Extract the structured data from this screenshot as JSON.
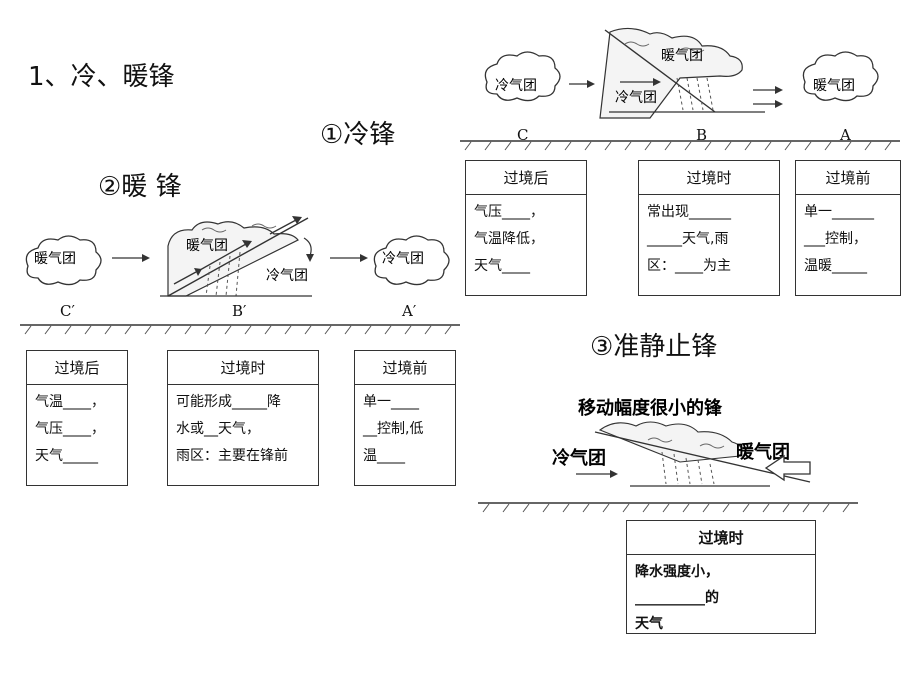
{
  "heading": "1、冷、暖锋",
  "cold_front": {
    "title": "①冷锋",
    "cold_mass": "冷气团",
    "warm_mass": "暖气团",
    "warm_mass_right": "暖气团",
    "labels": [
      "C",
      "B",
      "A"
    ],
    "boxes": [
      {
        "header": "过境后",
        "lines": [
          "气压____，",
          "气温降低，",
          "天气____"
        ]
      },
      {
        "header": "过境时",
        "lines": [
          "常出现______",
          "_____天气,雨",
          "区：____为主"
        ]
      },
      {
        "header": "过境前",
        "lines": [
          "单一______",
          "___控制，",
          "温暖_____"
        ]
      }
    ]
  },
  "warm_front": {
    "title": "②暖 锋",
    "warm_mass": "暖气团",
    "warm_mass_top": "暖气团",
    "cold_mass": "冷气团",
    "cold_mass_right": "冷气团",
    "labels": [
      "C′",
      "B′",
      "A′"
    ],
    "boxes": [
      {
        "header": "过境后",
        "lines": [
          "气温____，",
          "气压____，",
          "天气_____"
        ]
      },
      {
        "header": "过境时",
        "lines": [
          "可能形成_____降",
          "水或__天气，",
          "雨区：主要在锋前"
        ]
      },
      {
        "header": "过境前",
        "lines": [
          "单一____",
          "__控制,低",
          "温____"
        ]
      }
    ]
  },
  "stationary_front": {
    "title": "③准静止锋",
    "caption": "移动幅度很小的锋",
    "cold_mass": "冷气团",
    "warm_mass": "暖气团",
    "box": {
      "header": "过境时",
      "lines": [
        "降水强度小，",
        "__________的",
        "天气"
      ]
    }
  }
}
